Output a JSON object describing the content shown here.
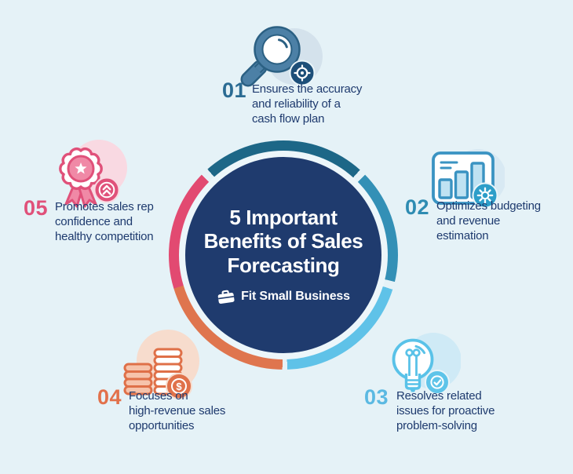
{
  "background_color": "#e5f2f7",
  "text_color": "#1e3a6e",
  "center_circle": {
    "fill": "#1f3b6e",
    "title": "5 Important\nBenefits of Sales\nForecasting",
    "brand": "Fit Small Business"
  },
  "ring": {
    "gap_color": "#e5f2f7",
    "inner_gap_color": "#ecf6fa",
    "segments": [
      {
        "item": "01",
        "color": "#1d6787",
        "from": 318.5,
        "to": 360
      },
      {
        "item": "01",
        "color": "#1d6787",
        "from": 0,
        "to": 42
      },
      {
        "item": "02",
        "color": "#3390b6",
        "from": 45.5,
        "to": 103.5
      },
      {
        "item": "03",
        "color": "#5fc2e8",
        "from": 107.5,
        "to": 178
      },
      {
        "item": "04",
        "color": "#df754e",
        "from": 180.5,
        "to": 253
      },
      {
        "item": "05",
        "color": "#e24a71",
        "from": 253,
        "to": 314.5
      }
    ]
  },
  "items": [
    {
      "number": "01",
      "accent": "#2a6b93",
      "icon": "magnifier-target",
      "text": "Ensures the accuracy\nand reliability of a\ncash flow plan"
    },
    {
      "number": "02",
      "accent": "#2e8cb2",
      "icon": "bar-chart-gear",
      "text": "Optimizes budgeting\nand revenue\nestimation"
    },
    {
      "number": "03",
      "accent": "#5bb9e2",
      "icon": "lightbulb-check",
      "text": "Resolves related\nissues for proactive\nproblem-solving"
    },
    {
      "number": "04",
      "accent": "#e2714b",
      "icon": "coin-stacks",
      "text": "Focuses on\nhigh-revenue sales\nopportunities"
    },
    {
      "number": "05",
      "accent": "#e0517a",
      "icon": "award-ribbon",
      "text": "Promotes sales rep\nconfidence and\nhealthy competition"
    }
  ]
}
